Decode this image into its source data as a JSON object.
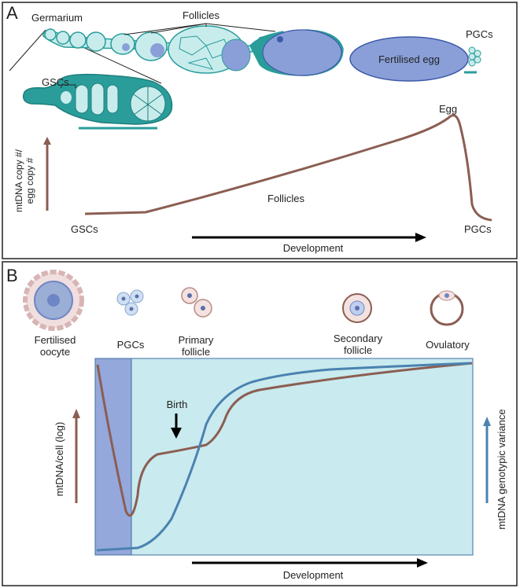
{
  "panel_a": {
    "letter": "A",
    "labels": {
      "germarium": "Germarium",
      "follicles_top": "Follicles",
      "pgcs_top": "PGCs",
      "fertilised_egg": "Fertilised egg",
      "gscs_inset": "GSCs"
    },
    "graph": {
      "ylabel_line1": "mtDNA copy #/",
      "ylabel_line2": "egg copy #",
      "label_gscs": "GSCs",
      "label_follicles": "Follicles",
      "label_egg": "Egg",
      "label_pgcs": "PGCs",
      "xlabel": "Development"
    }
  },
  "panel_b": {
    "letter": "B",
    "stages": {
      "fertilised_line1": "Fertilised",
      "fertilised_line2": "oocyte",
      "pgcs": "PGCs",
      "primary_line1": "Primary",
      "primary_line2": "follicle",
      "secondary_line1": "Secondary",
      "secondary_line2": "follicle",
      "ovulatory": "Ovulatory"
    },
    "graph": {
      "birth": "Birth",
      "ylabel_left": "mtDNA/cell (log)",
      "ylabel_right": "mtDNA genotypic variance",
      "xlabel": "Development"
    }
  },
  "colors": {
    "brown": "#8b5e52",
    "blue": "#4a82b0",
    "teal": "#2a9d9b",
    "teal_light": "#c8ecec",
    "egg_blue": "#8a9fd8",
    "panel_bg": "#c9eaee",
    "band_bg": "#94a8dc"
  }
}
